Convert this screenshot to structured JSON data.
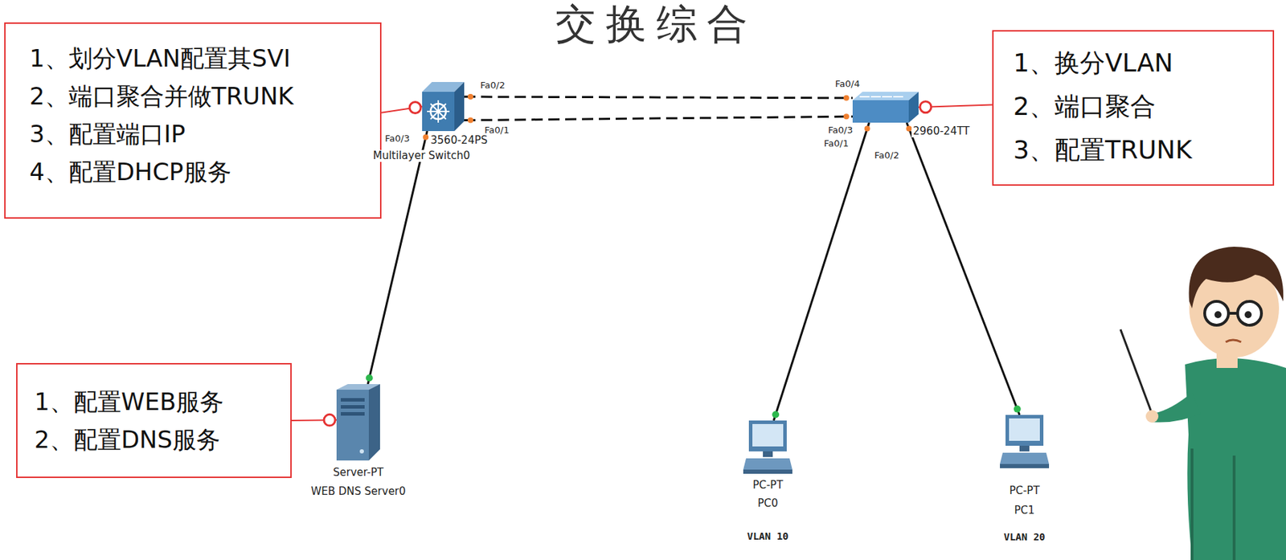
{
  "diagram": {
    "title": "交换综合",
    "nodes": [
      {
        "text": [
          "1、划分VLAN配置其SVI",
          "2、端口聚合并做TRUNK",
          "3、配置端口IP",
          "4、配置DHCP服务"
        ]
      },
      {
        "text": [
          "3560-24PS",
          "Multilayer Switch0"
        ]
      },
      {
        "text": [
          "2960-24TT"
        ]
      },
      {
        "text": [
          "1、换分VLAN",
          "2、端口聚合",
          "3、配置TRUNK"
        ]
      },
      {
        "text": [
          "1、配置WEB服务",
          "2、配置DNS服务"
        ]
      },
      {
        "text": [
          "Server-PT",
          "WEB DNS Server0"
        ]
      },
      {
        "text": [
          "PC-PT",
          "PC0",
          "VLAN 10"
        ]
      },
      {
        "text": [
          "PC-PT",
          "PC1",
          "VLAN 20"
        ]
      }
    ],
    "edges": [
      {
        "from": 0,
        "to": 1,
        "arrow": "none"
      },
      {
        "from": 3,
        "to": 2,
        "arrow": "none"
      },
      {
        "from": 4,
        "to": 5,
        "arrow": "none"
      },
      {
        "from": 1,
        "to": 2,
        "arrow": "none"
      },
      {
        "from": 1,
        "to": 2,
        "arrow": "none"
      },
      {
        "from": 1,
        "to": 5,
        "arrow": "none"
      },
      {
        "from": 2,
        "to": 6,
        "arrow": "none"
      },
      {
        "from": 2,
        "to": 7,
        "arrow": "none"
      }
    ],
    "labels": [
      "Fa0/2",
      "Fa0/1",
      "Fa0/3",
      "Fa0/4",
      "Fa0/3",
      "Fa0/1",
      "Fa0/2"
    ]
  }
}
